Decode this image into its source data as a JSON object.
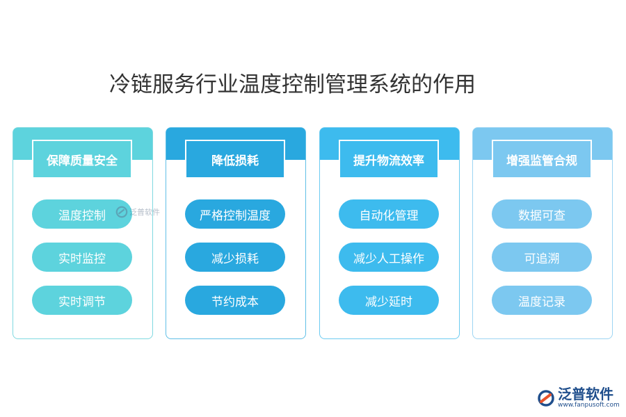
{
  "title": "冷链服务行业温度控制管理系统的作用",
  "cards": [
    {
      "heading": "保障质量安全",
      "items": [
        "温度控制",
        "实时监控",
        "实时调节"
      ],
      "color": "#5dd3dd",
      "border": "#7fd9e0"
    },
    {
      "heading": "降低损耗",
      "items": [
        "严格控制温度",
        "减少损耗",
        "节约成本"
      ],
      "color": "#29a8df",
      "border": "#5fbfe6"
    },
    {
      "heading": "提升物流效率",
      "items": [
        "自动化管理",
        "减少人工操作",
        "减少延时"
      ],
      "color": "#3dbbee",
      "border": "#6ccbf1"
    },
    {
      "heading": "增强监管合规",
      "items": [
        "数据可查",
        "可追溯",
        "温度记录"
      ],
      "color": "#7cc8f0",
      "border": "#9dd5f3"
    }
  ],
  "watermark": {
    "name": "泛普软件"
  },
  "logo": {
    "name": "泛普软件",
    "url": "www.fanpusoft.com",
    "color": "#1f4e8c",
    "accent": "#e8532b"
  }
}
